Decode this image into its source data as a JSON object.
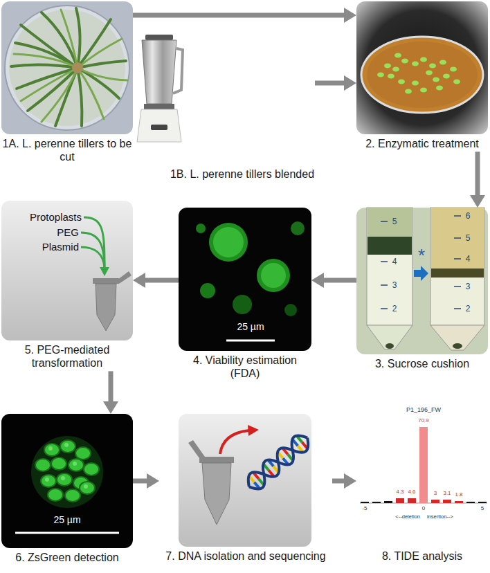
{
  "diagram": {
    "nodes": [
      {
        "text": [
          "1A. L. perenne tillers to be cut"
        ]
      },
      {
        "text": [
          "1B. L. perenne tillers blended"
        ]
      },
      {
        "text": [
          "2. Enzymatic treatment"
        ]
      },
      {
        "text": [
          "3. Sucrose cushion"
        ]
      },
      {
        "text": [
          "4. Viability estimation (FDA)"
        ]
      },
      {
        "text": [
          "5. PEG-mediated transformation"
        ]
      },
      {
        "text": [
          "6. ZsGreen detection"
        ]
      },
      {
        "text": [
          "7. DNA isolation and sequencing"
        ]
      },
      {
        "text": [
          "8. TIDE analysis"
        ]
      }
    ],
    "edges": [
      {
        "from": 0,
        "to": 2,
        "arrow": "to"
      },
      {
        "from": 1,
        "to": 2,
        "arrow": "to"
      },
      {
        "from": 2,
        "to": 3,
        "arrow": "to"
      },
      {
        "from": 3,
        "to": 4,
        "arrow": "to"
      },
      {
        "from": 4,
        "to": 5,
        "arrow": "to"
      },
      {
        "from": 5,
        "to": 6,
        "arrow": "to"
      },
      {
        "from": 6,
        "to": 7,
        "arrow": "to"
      },
      {
        "from": 7,
        "to": 8,
        "arrow": "to"
      }
    ],
    "labels": [
      "Protoplasts",
      "PEG",
      "Plasmid",
      "25 µm",
      "*",
      "5",
      "4",
      "3",
      "2",
      "6",
      "5",
      "4",
      "3",
      "2",
      "25 µm",
      "P1_196_FW",
      "70.9",
      "4.3",
      "4.6",
      "3",
      "3.1",
      "1.8",
      "-5",
      "0",
      "5",
      "<--deletion",
      "insertion-->"
    ]
  }
}
